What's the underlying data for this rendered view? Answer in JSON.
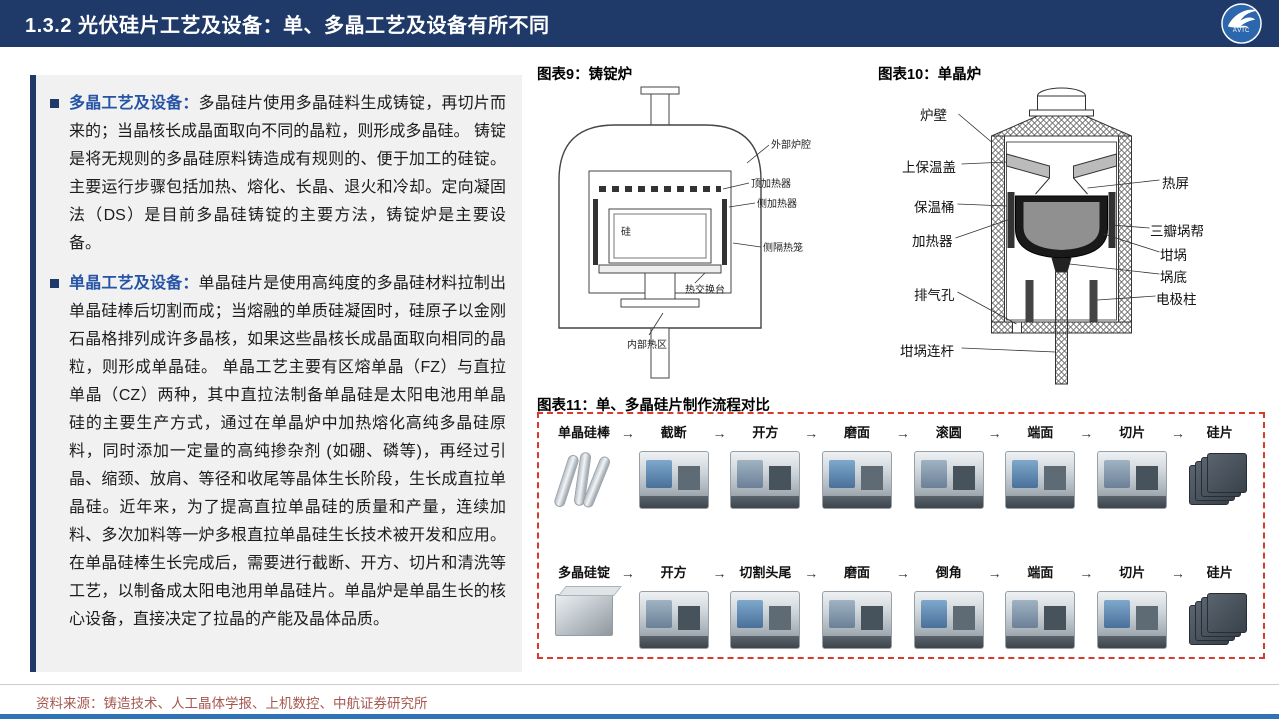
{
  "header": {
    "title": "1.3.2 光伏硅片工艺及设备：单、多晶工艺及设备有所不同",
    "logo_text": "AVIC"
  },
  "left_panel": {
    "bullets": [
      {
        "lead": "多晶工艺及设备：",
        "text": "多晶硅片使用多晶硅料生成铸锭，再切片而来的；当晶核长成晶面取向不同的晶粒，则形成多晶硅。 铸锭是将无规则的多晶硅原料铸造成有规则的、便于加工的硅锭。主要运行步骤包括加热、熔化、长晶、退火和冷却。定向凝固法（DS）是目前多晶硅铸锭的主要方法，铸锭炉是主要设备。"
      },
      {
        "lead": "单晶工艺及设备：",
        "text": "单晶硅片是使用高纯度的多晶硅材料拉制出单晶硅棒后切割而成；当熔融的单质硅凝固时，硅原子以金刚石晶格排列成许多晶核，如果这些晶核长成晶面取向相同的晶粒，则形成单晶硅。 单晶工艺主要有区熔单晶（FZ）与直拉单晶（CZ）两种，其中直拉法制备单晶硅是太阳电池用单晶硅的主要生产方式，通过在单晶炉中加热熔化高纯多晶硅原料，同时添加一定量的高纯掺杂剂 (如硼、磷等)，再经过引晶、缩颈、放肩、等径和收尾等晶体生长阶段，生长成直拉单晶硅。近年来，为了提高直拉单晶硅的质量和产量，连续加料、多次加料等一炉多根直拉单晶硅生长技术被开发和应用。在单晶硅棒生长完成后，需要进行截断、开方、切片和清洗等工艺，以制备成太阳电池用单晶硅片。单晶炉是单晶生长的核心设备，直接决定了拉晶的产能及晶体品质。"
      }
    ]
  },
  "figures": {
    "fig9": {
      "title": "图表9：铸锭炉",
      "labels": {
        "outer_chamber": "外部炉腔",
        "top_heater": "顶加热器",
        "side_heater": "侧加热器",
        "silicon": "硅",
        "side_insulation": "侧隔热笼",
        "heat_exchange": "热交换台",
        "inner_hot_zone": "内部热区"
      }
    },
    "fig10": {
      "title": "图表10：单晶炉",
      "left_labels": [
        "炉壁",
        "上保温盖",
        "保温桶",
        "加热器",
        "排气孔",
        "坩埚连杆"
      ],
      "right_labels": [
        "热屏",
        "三瓣埚帮",
        "坩埚",
        "埚底",
        "电极柱"
      ]
    },
    "fig11": {
      "title": "图表11：单、多晶硅片制作流程对比",
      "arrow": "→",
      "rows": [
        {
          "source": "单晶硅棒",
          "steps": [
            "截断",
            "开方",
            "磨面",
            "滚圆",
            "端面",
            "切片"
          ],
          "end": "硅片"
        },
        {
          "source": "多晶硅锭",
          "steps": [
            "开方",
            "切割头尾",
            "磨面",
            "倒角",
            "端面",
            "切片"
          ],
          "end": "硅片"
        }
      ]
    }
  },
  "footer": {
    "source": "资料来源：铸造技术、人工晶体学报、上机数控、中航证券研究所"
  }
}
